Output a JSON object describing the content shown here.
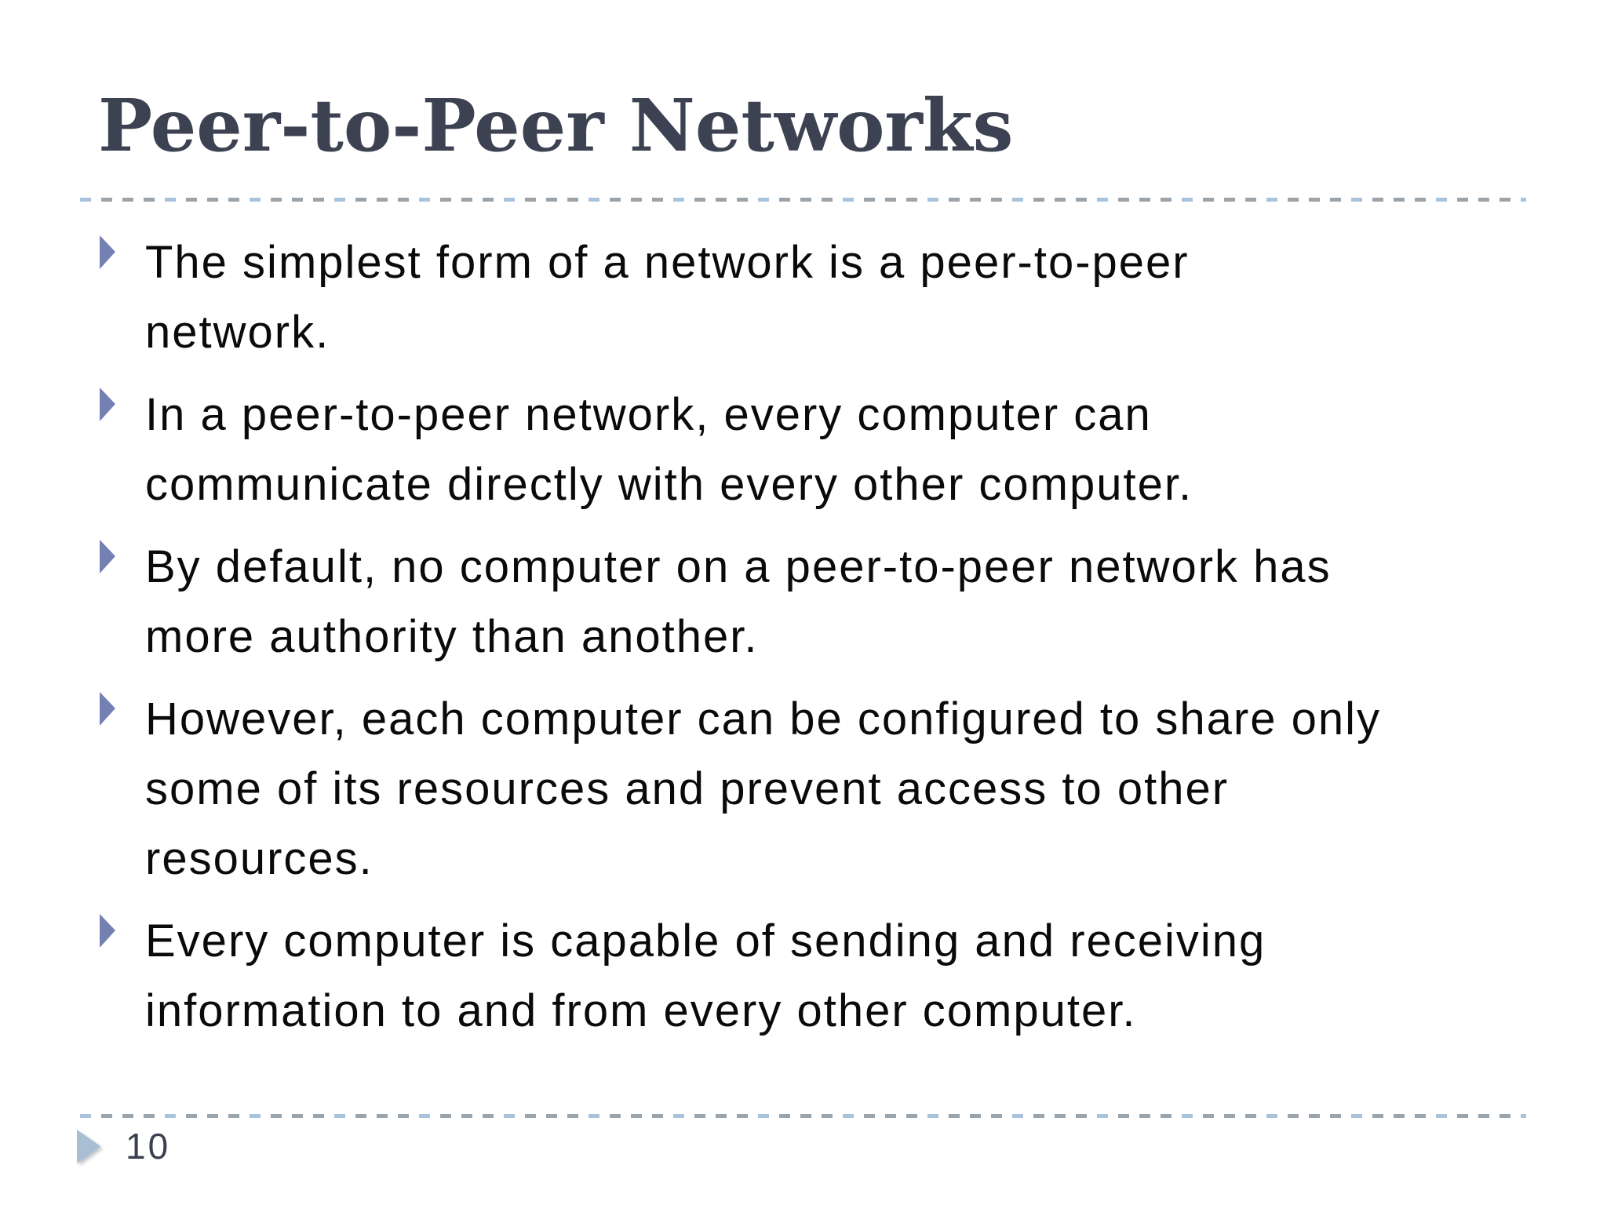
{
  "slide": {
    "title": "Peer-to-Peer Networks",
    "bullets": [
      {
        "lines": [
          "The simplest form of a network is a peer-to-peer",
          "network."
        ]
      },
      {
        "lines": [
          "In a peer-to-peer network, every computer can",
          "communicate directly with every other computer."
        ]
      },
      {
        "lines": [
          "By default, no computer on a peer-to-peer network has",
          "more authority than another."
        ]
      },
      {
        "lines": [
          "However, each computer can be configured to share only",
          "some of its resources and prevent access to other",
          "resources."
        ]
      },
      {
        "lines": [
          "Every computer is capable of sending and receiving",
          "information to and from every other computer."
        ]
      }
    ],
    "page_number": "10",
    "icons": {
      "bullet_marker": "right-triangle-icon",
      "footer_marker": "right-triangle-icon"
    },
    "colors": {
      "title_text": "#3d4252",
      "body_text": "#0a0a0c",
      "bullet_marker": "#7580b2",
      "footer_marker": "#a8bed3",
      "rule_dash_gray": "#9ba3ab",
      "rule_dash_blue": "#a9c3dd",
      "background": "#ffffff"
    }
  }
}
